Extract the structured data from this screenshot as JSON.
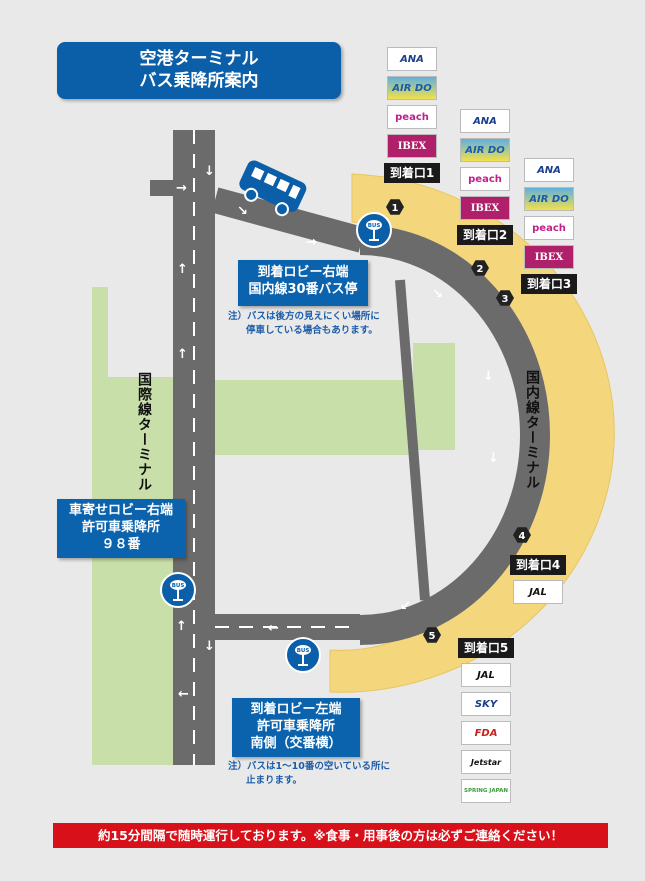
{
  "title": {
    "line1": "空港ターミナル",
    "line2": "バス乗降所案内"
  },
  "terminals": {
    "international": "国際線ターミナル",
    "domestic": "国内線ターミナル"
  },
  "stops": {
    "right": {
      "line1": "到着ロビー右端",
      "line2": "国内線30番バス停",
      "note1": "注）バスは後方の見えにくい場所に",
      "note2": "停車している場合もあります。"
    },
    "intl": {
      "line1": "車寄せロビー右端",
      "line2": "許可車乗降所",
      "line3": "９８番"
    },
    "left": {
      "line1": "到着ロビー左端",
      "line2": "許可車乗降所",
      "line3": "南側（交番横）",
      "note1": "注）バスは1～10番の空いている所に",
      "note2": "止まります。"
    },
    "bus_label": "BUS"
  },
  "gates": [
    {
      "label": "到着口1",
      "airlines": [
        "ANA",
        "AIR DO",
        "peach",
        "IBEX"
      ]
    },
    {
      "label": "到着口2",
      "airlines": [
        "ANA",
        "AIR DO",
        "peach",
        "IBEX"
      ]
    },
    {
      "label": "到着口3",
      "airlines": [
        "ANA",
        "AIR DO",
        "peach",
        "IBEX"
      ]
    },
    {
      "label": "到着口4",
      "airlines": [
        "JAL"
      ]
    },
    {
      "label": "到着口5",
      "airlines": [
        "JAL",
        "SKY",
        "FDA",
        "Jetstar",
        "SPRING JAPAN"
      ]
    }
  ],
  "markers": [
    "1",
    "2",
    "3",
    "4",
    "5"
  ],
  "banner": "約15分間隔で随時運行しております。※食事・用事後の方は必ずご連絡ください！",
  "colors": {
    "road": "#6b6b6b",
    "terminal_intl": "#c9dfa9",
    "terminal_dom": "#f4d67c",
    "blue": "#0b5fa9",
    "banner": "#d8101a"
  }
}
